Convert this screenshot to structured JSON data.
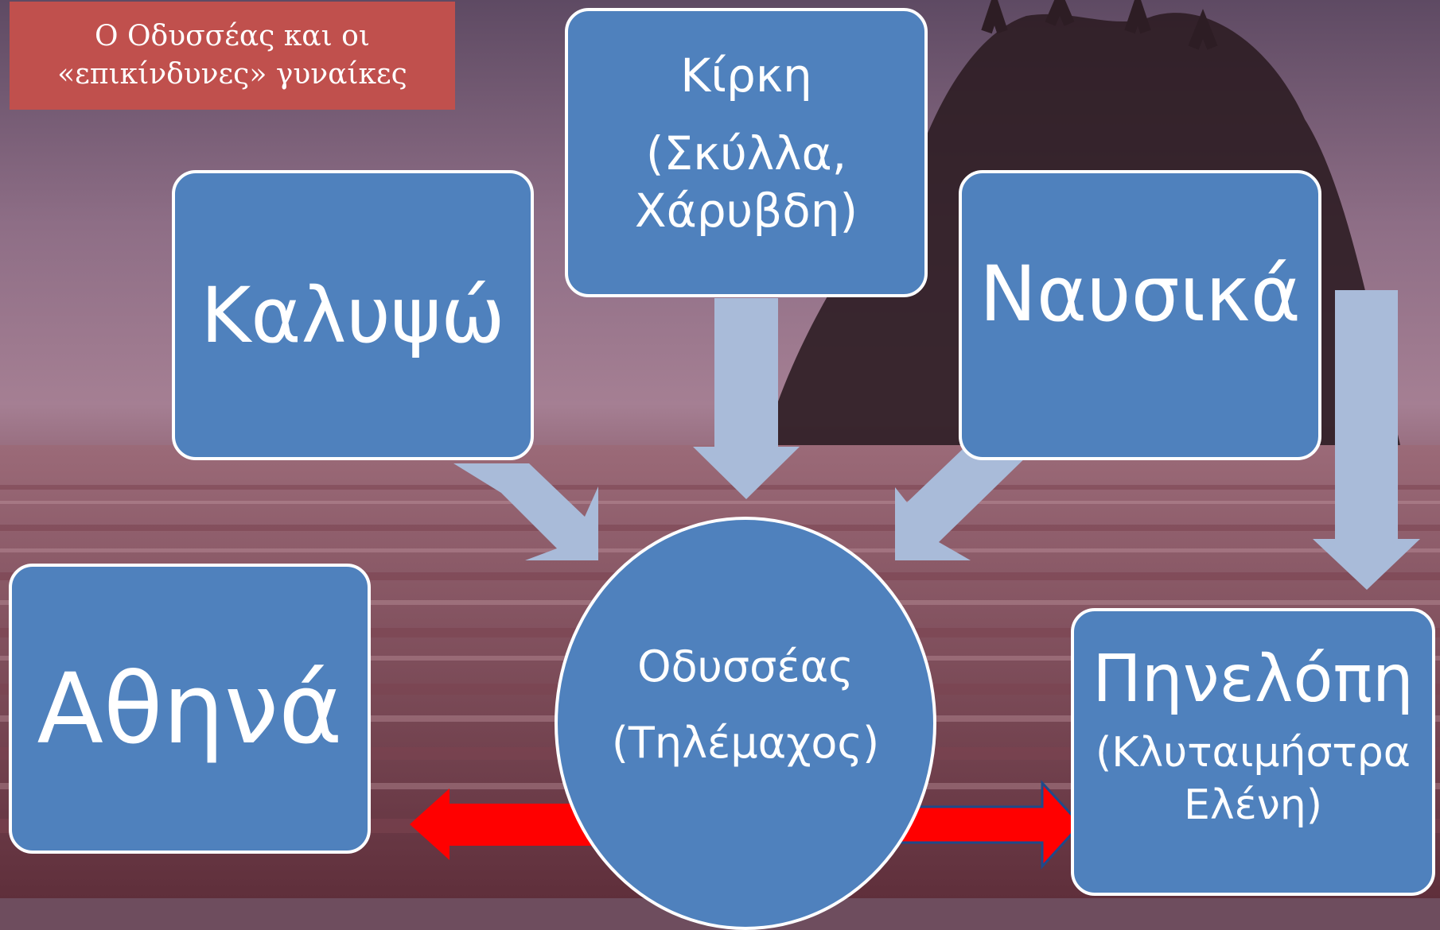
{
  "slide": {
    "title_line1": "Ο Οδυσσέας και οι",
    "title_line2": "«επικίνδυνες» γυναίκες"
  },
  "nodes": {
    "kalypso": "Καλυψώ",
    "kirki": "Κίρκη",
    "kirki_sub1": "(Σκύλλα,",
    "kirki_sub2": "Χάρυβδη)",
    "nausika": "Ναυσικά",
    "athina": "Αθηνά",
    "odysseas": "Οδυσσέας",
    "odysseas_sub": "(Τηλέμαχος)",
    "pineloppi": "Πηνελόπη",
    "pineloppi_sub1": "(Κλυταιμήστρα",
    "pineloppi_sub2": "Ελένη)"
  },
  "colors": {
    "node_fill": "#4f81bd",
    "node_border": "#ffffff",
    "title_fill": "#c0504d",
    "grey_arrow": "#a9bbd9",
    "red_arrow": "#ff0000"
  }
}
